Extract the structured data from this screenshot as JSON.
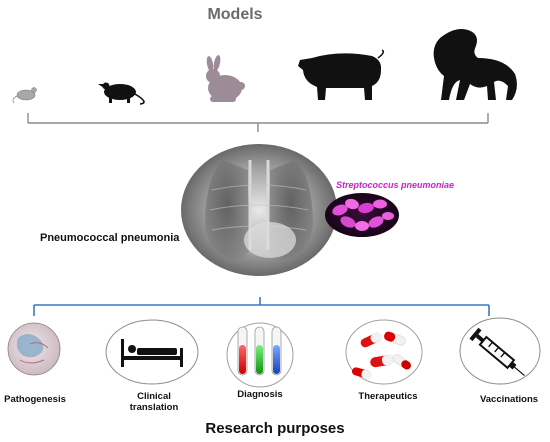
{
  "models": {
    "title": "Models",
    "animals": [
      "mouse-icon",
      "rat-icon",
      "rabbit-icon",
      "pig-icon",
      "primate-icon"
    ]
  },
  "center": {
    "xray_label": "Pneumococcal pneumonia",
    "bacteria_label": "Streptococcus pneumoniae"
  },
  "purposes": {
    "items": [
      {
        "icon": "pathogenesis-icon",
        "label": "Pathogenesis"
      },
      {
        "icon": "bed-icon",
        "label": "Clinical translation"
      },
      {
        "icon": "test-tubes-icon",
        "label": "Diagnosis"
      },
      {
        "icon": "pills-icon",
        "label": "Therapeutics"
      },
      {
        "icon": "syringe-icon",
        "label": "Vaccinations"
      }
    ],
    "title": "Research purposes"
  },
  "colors": {
    "bracket_top": "#8a8a8a",
    "bracket_bottom": "#3a78c3",
    "title_gray": "#6b6b6b",
    "bacteria_magenta": "#cc22cc"
  }
}
